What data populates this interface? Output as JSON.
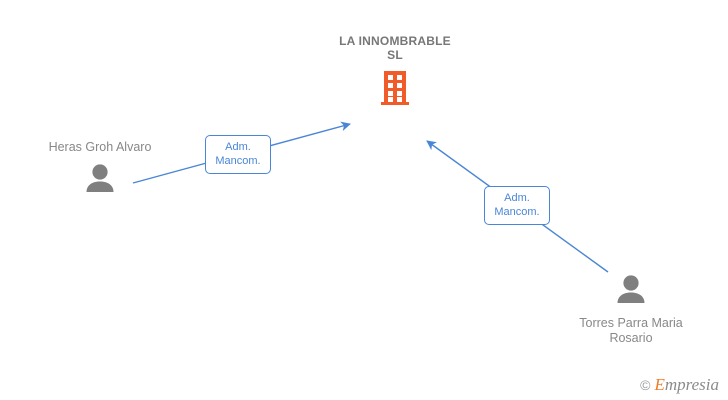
{
  "graph": {
    "company": {
      "name": "LA\nINNOMBRABLE\nSL",
      "icon": "building-icon",
      "icon_color": "#f15a29"
    },
    "persons": [
      {
        "name": "Heras Groh\nAlvaro",
        "icon": "person-icon",
        "icon_color": "#7f7f7f",
        "position": "left"
      },
      {
        "name": "Torres\nParra Maria\nRosario",
        "icon": "person-icon",
        "icon_color": "#7f7f7f",
        "position": "bottom-right"
      }
    ],
    "relations": [
      {
        "label": "Adm.\nMancom.",
        "from": "Heras Groh Alvaro",
        "to": "LA INNOMBRABLE SL",
        "color": "#4a86d6"
      },
      {
        "label": "Adm.\nMancom.",
        "from": "Torres Parra Maria Rosario",
        "to": "LA INNOMBRABLE SL",
        "color": "#4a86d6"
      }
    ]
  },
  "watermark": {
    "copyright": "©",
    "brand_first": "E",
    "brand_rest": "mpresia"
  }
}
